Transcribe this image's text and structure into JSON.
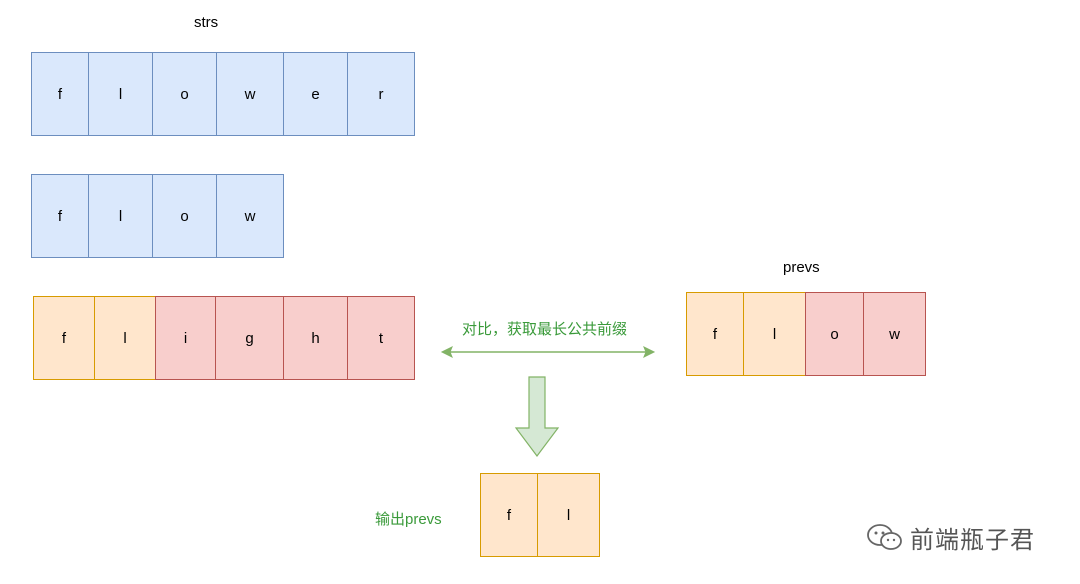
{
  "title": "strs",
  "rows": [
    {
      "cells": [
        {
          "ch": "f",
          "c": "blue"
        },
        {
          "ch": "l",
          "c": "blue"
        },
        {
          "ch": "o",
          "c": "blue"
        },
        {
          "ch": "w",
          "c": "blue"
        },
        {
          "ch": "e",
          "c": "blue"
        },
        {
          "ch": "r",
          "c": "blue"
        }
      ]
    },
    {
      "cells": [
        {
          "ch": "f",
          "c": "blue"
        },
        {
          "ch": "l",
          "c": "blue"
        },
        {
          "ch": "o",
          "c": "blue"
        },
        {
          "ch": "w",
          "c": "blue"
        }
      ]
    },
    {
      "cells": [
        {
          "ch": "f",
          "c": "orange"
        },
        {
          "ch": "l",
          "c": "orange"
        },
        {
          "ch": "i",
          "c": "red"
        },
        {
          "ch": "g",
          "c": "red"
        },
        {
          "ch": "h",
          "c": "red"
        },
        {
          "ch": "t",
          "c": "red"
        }
      ]
    }
  ],
  "compare_label": "对比，获取最长公共前缀",
  "prevs_label": "prevs",
  "prevs_cells": [
    {
      "ch": "f",
      "c": "orange"
    },
    {
      "ch": "l",
      "c": "orange"
    },
    {
      "ch": "o",
      "c": "red"
    },
    {
      "ch": "w",
      "c": "red"
    }
  ],
  "output_label": "输出prevs",
  "output_cells": [
    {
      "ch": "f",
      "c": "orange"
    },
    {
      "ch": "l",
      "c": "orange"
    }
  ],
  "watermark": "前端瓶子君",
  "colors": {
    "blue_fill": "#dae8fc",
    "blue_stroke": "#6c8ebf",
    "orange_fill": "#ffe6cc",
    "orange_stroke": "#d79b00",
    "red_fill": "#f8cecc",
    "red_stroke": "#b85450",
    "green": "#82b366"
  }
}
